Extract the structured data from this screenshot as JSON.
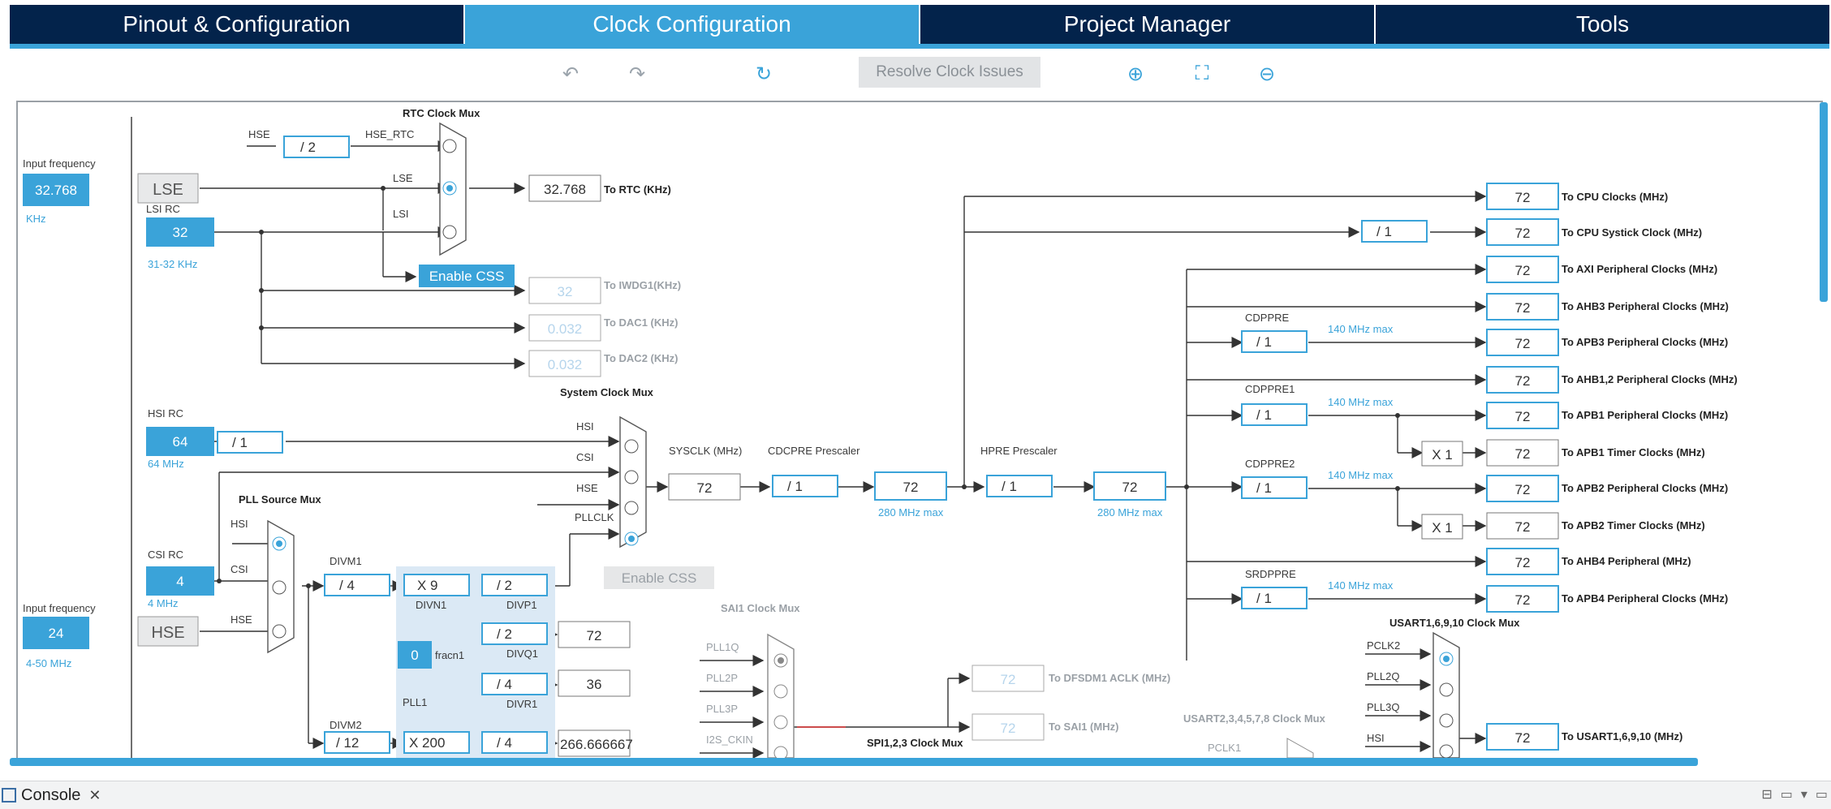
{
  "tabs": [
    {
      "label": "Pinout & Configuration",
      "active": false
    },
    {
      "label": "Clock Configuration",
      "active": true
    },
    {
      "label": "Project Manager",
      "active": false
    },
    {
      "label": "Tools",
      "active": false
    }
  ],
  "toolbar": {
    "undo_icon": "undo-icon",
    "redo_icon": "redo-icon",
    "refresh_icon": "refresh-icon",
    "resolve_label": "Resolve Clock Issues",
    "zoom_in_icon": "zoom-in-icon",
    "fit_icon": "fit-icon",
    "zoom_out_icon": "zoom-out-icon"
  },
  "diagram": {
    "input_frequency_label": "Input frequency",
    "lse": {
      "value": "32.768",
      "unit": "KHz",
      "label": "LSE"
    },
    "lsi": {
      "title": "LSI RC",
      "value": "32",
      "range": "31-32 KHz"
    },
    "rtc_mux": {
      "title": "RTC Clock Mux",
      "hse": "HSE",
      "div": "/ 2",
      "hse_rtc": "HSE_RTC",
      "lse": "LSE",
      "lsi": "LSI"
    },
    "enable_css": "Enable CSS",
    "outputs_left": [
      {
        "value": "32.768",
        "label": "To RTC (KHz)"
      },
      {
        "value": "32",
        "label": "To IWDG1(KHz)"
      },
      {
        "value": "0.032",
        "label": "To DAC1 (KHz)"
      },
      {
        "value": "0.032",
        "label": "To DAC2 (KHz)"
      }
    ],
    "hsi": {
      "title": "HSI RC",
      "value": "64",
      "div": "/ 1",
      "range": "64 MHz"
    },
    "csi": {
      "title": "CSI RC",
      "value": "4",
      "range": "4 MHz"
    },
    "hse": {
      "value": "24",
      "range": "4-50 MHz",
      "label": "HSE"
    },
    "sys_mux": {
      "title": "System Clock Mux",
      "hsi": "HSI",
      "csi": "CSI",
      "hse": "HSE",
      "pllclk": "PLLCLK"
    },
    "pll_mux": {
      "title": "PLL Source Mux",
      "hsi": "HSI",
      "csi": "CSI",
      "hse": "HSE"
    },
    "pll1": {
      "divm1_label": "DIVM1",
      "divm1": "/ 4",
      "divn1": "X 9",
      "divn1_label": "DIVN1",
      "divp1": "/ 2",
      "divp1_label": "DIVP1",
      "divq1": "/ 2",
      "divq1_label": "DIVQ1",
      "divr1": "/ 4",
      "divr1_label": "DIVR1",
      "fracn": "0",
      "fracn_label": "fracn1",
      "label": "PLL1",
      "q_out": "72",
      "r_out": "36"
    },
    "pll2": {
      "divm2_label": "DIVM2",
      "divm2": "/ 12",
      "divn2": "X 200",
      "divp2": "/ 4",
      "p_out": "266.666667"
    },
    "sysclk": {
      "label": "SYSCLK (MHz)",
      "value": "72"
    },
    "cdcpre": {
      "label": "CDCPRE Prescaler",
      "div": "/ 1",
      "value": "72",
      "max": "280 MHz max"
    },
    "hpre": {
      "label": "HPRE Prescaler",
      "div": "/ 1",
      "value": "72",
      "max": "280 MHz max"
    },
    "systick_div": "/ 1",
    "cdppre": {
      "label": "CDPPRE",
      "div": "/ 1",
      "max": "140 MHz max"
    },
    "cdppre1": {
      "label": "CDPPRE1",
      "div": "/ 1",
      "max": "140 MHz max"
    },
    "cdppre2": {
      "label": "CDPPRE2",
      "div": "/ 1",
      "max": "140 MHz max"
    },
    "srdppre": {
      "label": "SRDPPRE",
      "div": "/ 1",
      "max": "140 MHz max"
    },
    "timer_mult_1": "X 1",
    "timer_mult_2": "X 1",
    "outputs_right": [
      {
        "value": "72",
        "label": "To CPU Clocks (MHz)"
      },
      {
        "value": "72",
        "label": "To CPU Systick Clock (MHz)"
      },
      {
        "value": "72",
        "label": "To AXI Peripheral Clocks (MHz)"
      },
      {
        "value": "72",
        "label": "To AHB3 Peripheral Clocks  (MHz)"
      },
      {
        "value": "72",
        "label": "To APB3 Peripheral Clocks (MHz)"
      },
      {
        "value": "72",
        "label": "To AHB1,2 Peripheral Clocks (MHz)"
      },
      {
        "value": "72",
        "label": "To APB1 Peripheral Clocks (MHz)"
      },
      {
        "value": "72",
        "label": "To APB1 Timer Clocks (MHz)"
      },
      {
        "value": "72",
        "label": "To APB2 Peripheral Clocks (MHz)"
      },
      {
        "value": "72",
        "label": "To APB2 Timer Clocks (MHz)"
      },
      {
        "value": "72",
        "label": "To AHB4 Peripheral (MHz)"
      },
      {
        "value": "72",
        "label": "To APB4 Peripheral Clocks (MHz)"
      }
    ],
    "sai1_mux": {
      "title": "SAI1 Clock Mux",
      "in1": "PLL1Q",
      "in2": "PLL2P",
      "in3": "PLL3P",
      "in4": "I2S_CKIN"
    },
    "dfsdm": {
      "value": "72",
      "label": "To DFSDM1 ACLK (MHz)"
    },
    "sai1": {
      "value": "72",
      "label": "To SAI1 (MHz)"
    },
    "spi_mux": "SPI1,2,3 Clock Mux",
    "usart2_mux": {
      "title": "USART2,3,4,5,7,8 Clock Mux",
      "pclk1": "PCLK1"
    },
    "usart1_mux": {
      "title": "USART1,6,9,10 Clock Mux",
      "in1": "PCLK2",
      "in2": "PLL2Q",
      "in3": "PLL3Q",
      "in4": "HSI"
    },
    "usart1_out": {
      "value": "72",
      "label": "To USART1,6,9,10 (MHz)"
    }
  },
  "console": {
    "label": "Console"
  }
}
